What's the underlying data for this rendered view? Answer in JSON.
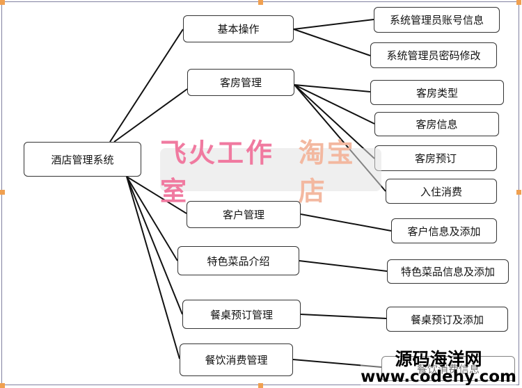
{
  "root": {
    "label": "酒店管理系统"
  },
  "branches": [
    {
      "label": "基本操作",
      "children": [
        "系统管理员账号信息",
        "系统管理员密码修改"
      ]
    },
    {
      "label": "客房管理",
      "children": [
        "客房类型",
        "客房信息",
        "客房预订",
        "入住消费"
      ]
    },
    {
      "label": "客户管理",
      "children": [
        "客户信息及添加"
      ]
    },
    {
      "label": "特色菜品介绍",
      "children": [
        "特色菜品信息及添加"
      ]
    },
    {
      "label": "餐桌预订管理",
      "children": [
        "餐桌预订及添加"
      ]
    },
    {
      "label": "餐饮消费管理",
      "children": [
        "餐饮消费信息"
      ]
    }
  ],
  "watermark": {
    "part1": "飞火工作室",
    "part2": "淘宝店"
  },
  "site_logo": {
    "name": "源码海洋网",
    "url": "www.codehy.com"
  },
  "colors": {
    "line": "#111111",
    "border": "#333333",
    "handle": "#f0a050"
  }
}
